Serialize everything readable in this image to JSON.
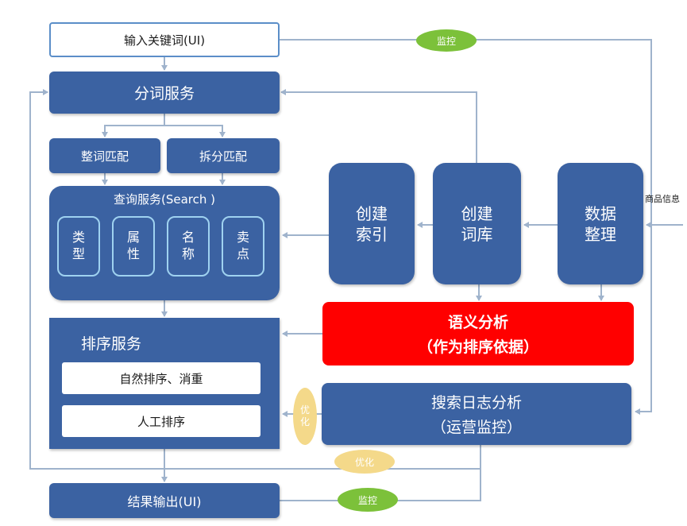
{
  "input": {
    "label": "输入关键词(UI)"
  },
  "segment": {
    "label": "分词服务"
  },
  "match": {
    "full": "整词匹配",
    "split": "拆分匹配"
  },
  "search": {
    "title": "查询服务(Search )",
    "fields": [
      "类\n型",
      "属\n性",
      "名\n称",
      "卖\n点"
    ]
  },
  "sort": {
    "title": "排序服务",
    "natural": "自然排序、消重",
    "manual": "人工排序"
  },
  "output": {
    "label": "结果输出(UI)"
  },
  "build_index": {
    "label": "创建\n索引"
  },
  "build_lexicon": {
    "label": "创建\n词库"
  },
  "data_org": {
    "label": "数据\n整理"
  },
  "product_info": {
    "label": "商品信息"
  },
  "semantic": {
    "line1": "语义分析",
    "line2": "（作为排序依据）"
  },
  "log_analysis": {
    "line1": "搜索日志分析",
    "line2": "（运营监控）"
  },
  "badges": {
    "monitor_top": "监控",
    "monitor_bottom": "监控",
    "optimize_bottom": "优化",
    "optimize_side": "优\n化"
  },
  "colors": {
    "box": "#3b62a2",
    "highlight": "#ff0000",
    "monitor": "#7cc13a",
    "optimize": "#f4d98a",
    "line": "#9fb3cc"
  }
}
